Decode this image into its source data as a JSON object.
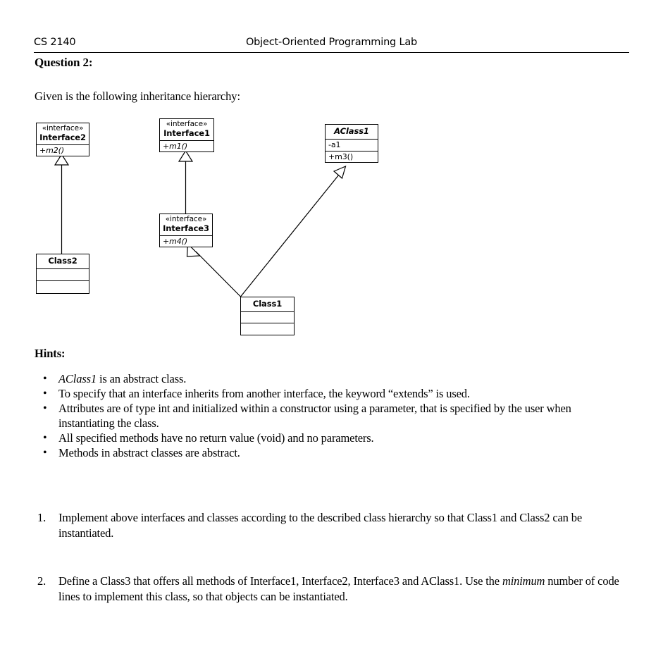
{
  "header": {
    "course_code": "CS 2140",
    "course_title": "Object-Oriented Programming Lab"
  },
  "question": {
    "title": "Question 2:",
    "intro": "Given is the following inheritance hierarchy:"
  },
  "diagram": {
    "classes": [
      {
        "id": "interface2",
        "stereotype": "«interface»",
        "name": "Interface2",
        "abstract": false,
        "attributes": [],
        "methods": [
          "+m2()"
        ]
      },
      {
        "id": "interface1",
        "stereotype": "«interface»",
        "name": "Interface1",
        "abstract": false,
        "attributes": [],
        "methods": [
          "+m1()"
        ]
      },
      {
        "id": "aclass1",
        "stereotype": "",
        "name": "AClass1",
        "abstract": true,
        "attributes": [
          "-a1"
        ],
        "methods": [
          "+m3()"
        ]
      },
      {
        "id": "interface3",
        "stereotype": "«interface»",
        "name": "Interface3",
        "abstract": false,
        "attributes": [],
        "methods": [
          "+m4()"
        ]
      },
      {
        "id": "class2",
        "stereotype": "",
        "name": "Class2",
        "abstract": false,
        "attributes": [
          ""
        ],
        "methods": [
          ""
        ]
      },
      {
        "id": "class1",
        "stereotype": "",
        "name": "Class1",
        "abstract": false,
        "attributes": [
          ""
        ],
        "methods": [
          ""
        ]
      }
    ],
    "relations": [
      {
        "from": "class2",
        "to": "interface2",
        "type": "generalization"
      },
      {
        "from": "interface3",
        "to": "interface1",
        "type": "generalization"
      },
      {
        "from": "class1",
        "to": "interface3",
        "type": "generalization"
      },
      {
        "from": "class1",
        "to": "aclass1",
        "type": "generalization"
      }
    ]
  },
  "hints": {
    "title": "Hints:",
    "items": [
      {
        "lead_italic": "AClass1",
        "text": " is an abstract class."
      },
      {
        "lead_italic": "",
        "text": "To specify that an interface inherits from another interface, the keyword “extends” is used."
      },
      {
        "lead_italic": "",
        "text": "Attributes are of type int and initialized within a constructor using a parameter, that is specified by the user when instantiating the class."
      },
      {
        "lead_italic": "",
        "text": "All specified methods have no return value (void) and no parameters."
      },
      {
        "lead_italic": "",
        "text": "Methods in abstract classes are abstract."
      }
    ]
  },
  "tasks": [
    {
      "number": "1.",
      "text": "Implement above interfaces and classes according to the described class hierarchy so that Class1 and Class2 can be instantiated."
    },
    {
      "number": "2.",
      "text_part1": "Define a Class3 that offers all methods of Interface1, Interface2, Interface3 and AClass1. Use the ",
      "italic_word": "minimum",
      "text_part2": " number of code lines to implement this class, so that objects can be instantiated."
    }
  ]
}
